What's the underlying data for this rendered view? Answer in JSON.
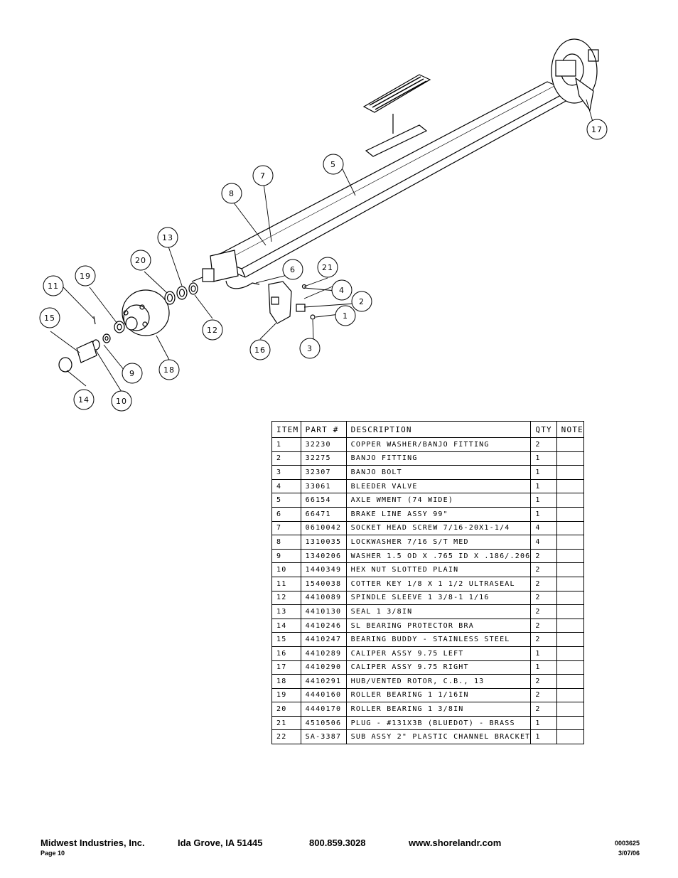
{
  "callouts": [
    "1",
    "2",
    "3",
    "4",
    "5",
    "6",
    "7",
    "8",
    "9",
    "10",
    "11",
    "12",
    "13",
    "14",
    "15",
    "16",
    "17",
    "18",
    "19",
    "20",
    "21"
  ],
  "table": {
    "headers": [
      "ITEM",
      "PART #",
      "DESCRIPTION",
      "QTY",
      "NOTE"
    ],
    "rows": [
      [
        "1",
        "32230",
        "COPPER WASHER/BANJO FITTING",
        "2",
        ""
      ],
      [
        "2",
        "32275",
        "BANJO FITTING",
        "1",
        ""
      ],
      [
        "3",
        "32307",
        "BANJO BOLT",
        "1",
        ""
      ],
      [
        "4",
        "33061",
        "BLEEDER VALVE",
        "1",
        ""
      ],
      [
        "5",
        "66154",
        "AXLE WMENT (74 WIDE)",
        "1",
        ""
      ],
      [
        "6",
        "66471",
        "BRAKE LINE ASSY 99\"",
        "1",
        ""
      ],
      [
        "7",
        "0610042",
        "SOCKET HEAD SCREW 7/16-20X1-1/4",
        "4",
        ""
      ],
      [
        "8",
        "1310035",
        "LOCKWASHER 7/16 S/T MED",
        "4",
        ""
      ],
      [
        "9",
        "1340206",
        "WASHER 1.5 OD X .765 ID X .186/.206",
        "2",
        ""
      ],
      [
        "10",
        "1440349",
        "HEX NUT SLOTTED PLAIN",
        "2",
        ""
      ],
      [
        "11",
        "1540038",
        "COTTER KEY 1/8 X 1 1/2 ULTRASEAL",
        "2",
        ""
      ],
      [
        "12",
        "4410089",
        "SPINDLE SLEEVE  1 3/8-1 1/16",
        "2",
        ""
      ],
      [
        "13",
        "4410130",
        "SEAL  1 3/8IN",
        "2",
        ""
      ],
      [
        "14",
        "4410246",
        "SL BEARING PROTECTOR BRA",
        "2",
        ""
      ],
      [
        "15",
        "4410247",
        "BEARING BUDDY - STAINLESS STEEL",
        "2",
        ""
      ],
      [
        "16",
        "4410289",
        "CALIPER ASSY 9.75 LEFT",
        "1",
        ""
      ],
      [
        "17",
        "4410290",
        "CALIPER ASSY 9.75 RIGHT",
        "1",
        ""
      ],
      [
        "18",
        "4410291",
        "HUB/VENTED ROTOR, C.B.,  13",
        "2",
        ""
      ],
      [
        "19",
        "4440160",
        "ROLLER BEARING   1 1/16IN",
        "2",
        ""
      ],
      [
        "20",
        "4440170",
        "ROLLER BEARING   1 3/8IN",
        "2",
        ""
      ],
      [
        "21",
        "4510506",
        "PLUG - #131X3B (BLUEDOT) - BRASS",
        "1",
        ""
      ],
      [
        "22",
        "SA-3387",
        "SUB ASSY 2\" PLASTIC CHANNEL BRACKET",
        "1",
        ""
      ]
    ]
  },
  "footer": {
    "company": "Midwest Industries, Inc.",
    "location": "Ida Grove, IA  51445",
    "phone": "800.859.3028",
    "website": "www.shorelandr.com",
    "page": "Page 10",
    "doc_number": "0003625",
    "date": "3/07/06"
  }
}
